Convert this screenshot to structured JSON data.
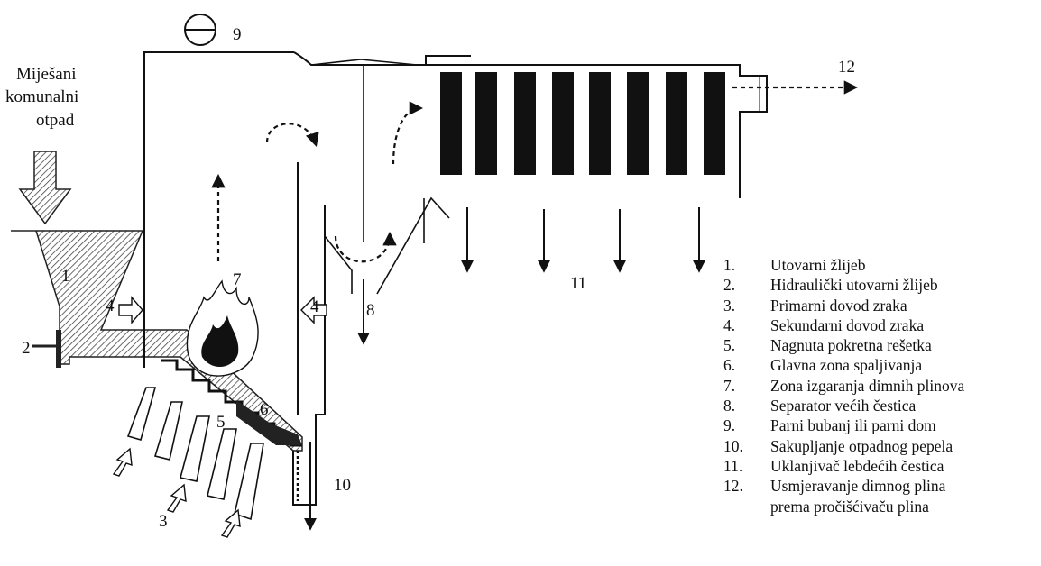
{
  "input_label": [
    "Miješani",
    "komunalni",
    "otpad"
  ],
  "markers": {
    "m1": "1",
    "m2": "2",
    "m3": "3",
    "m4a": "4",
    "m4b": "4",
    "m5": "5",
    "m6": "6",
    "m7": "7",
    "m8": "8",
    "m9": "9",
    "m10": "10",
    "m11": "11",
    "m12": "12"
  },
  "legend": [
    {
      "num": "1.",
      "text": "Utovarni žlijeb"
    },
    {
      "num": "2.",
      "text": "Hidraulički utovarni žlijeb"
    },
    {
      "num": "3.",
      "text": "Primarni dovod zraka"
    },
    {
      "num": "4.",
      "text": "Sekundarni dovod zraka"
    },
    {
      "num": "5.",
      "text": "Nagnuta pokretna rešetka"
    },
    {
      "num": "6.",
      "text": "Glavna zona spaljivanja"
    },
    {
      "num": "7.",
      "text": "Zona izgaranja dimnih plinova"
    },
    {
      "num": "8.",
      "text": "Separator većih čestica"
    },
    {
      "num": "9.",
      "text": "Parni bubanj ili parni dom"
    },
    {
      "num": "10.",
      "text": "Sakupljanje otpadnog pepela"
    },
    {
      "num": "11.",
      "text": "Uklanjivač lebdećih čestica"
    },
    {
      "num": "12.",
      "text": "Usmjeravanje dimnog plina"
    }
  ],
  "legend_continuation": "prema pročišćivaču plina"
}
